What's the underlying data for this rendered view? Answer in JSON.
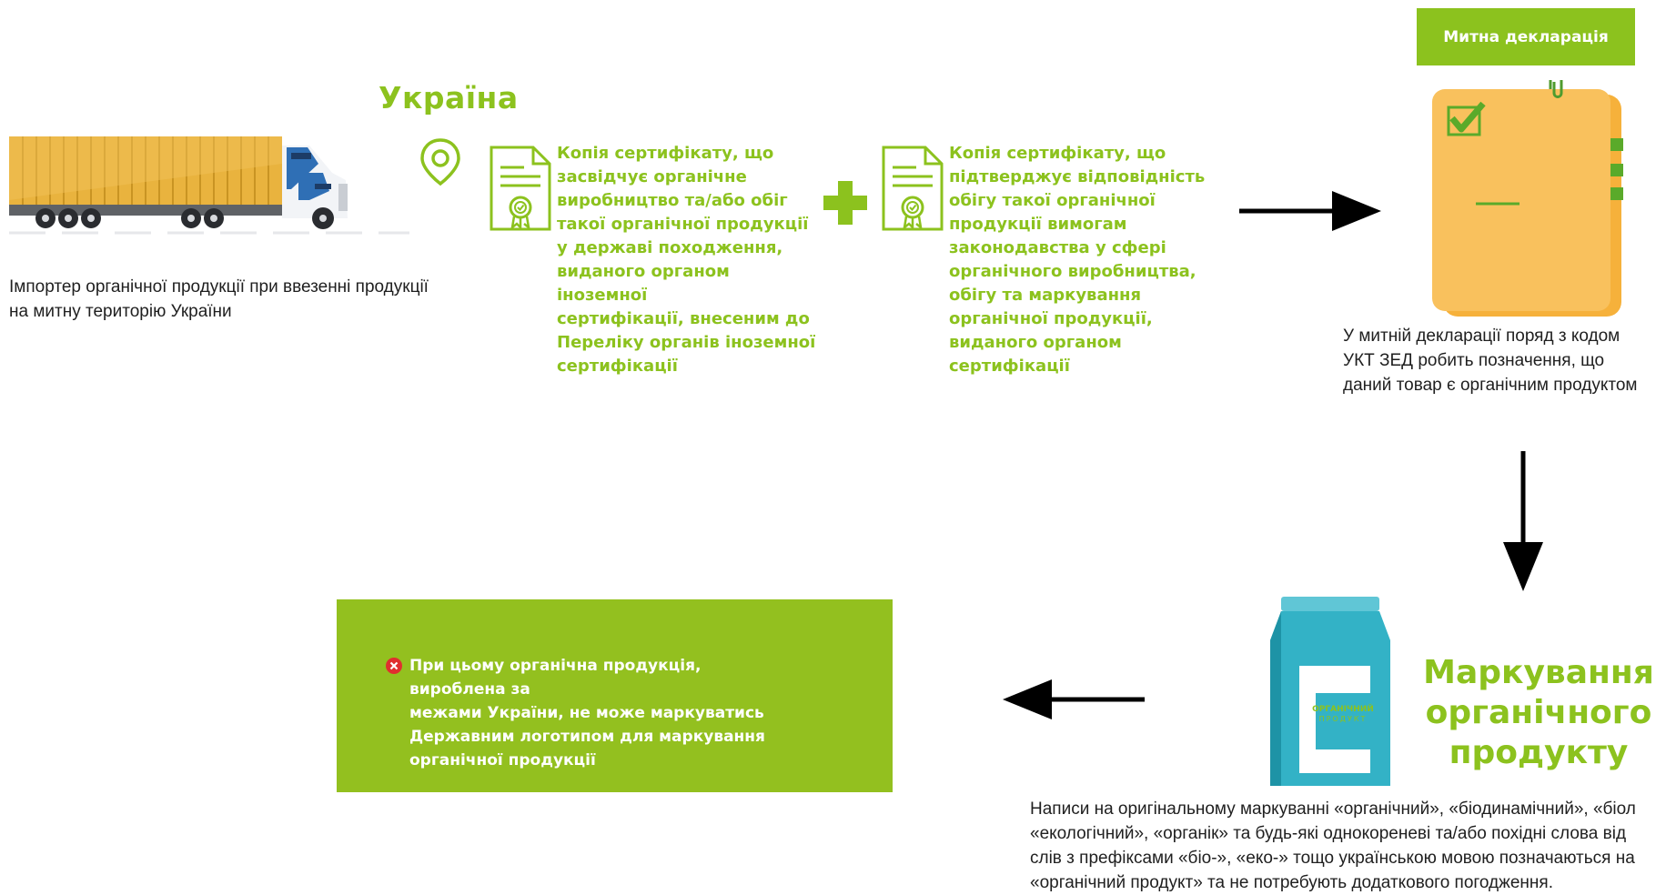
{
  "country": {
    "title": "Україна"
  },
  "importer": {
    "lines": [
      "Імпортер органічної продукції при ввезенні продукції",
      "на митну територію України"
    ]
  },
  "certificates": [
    {
      "lines": [
        "Копія сертифікату, що",
        "засвідчує органічне",
        "виробництво та/або обіг",
        "такої органічної продукції",
        "у державі походження,",
        "виданого органом іноземної",
        "сертифікації, внесеним до",
        "Переліку органів іноземної",
        "сертифікації"
      ]
    },
    {
      "lines": [
        "Копія сертифікату, що",
        "підтверджує відповідність",
        "обігу такої органічної",
        "продукції вимогам",
        "законодавства у сфері",
        "органічного виробництва,",
        "обігу та маркування",
        "органічної продукції,",
        "виданого органом",
        "сертифікації"
      ]
    }
  ],
  "declaration": {
    "badge": "Митна декларація",
    "lines": [
      "У митній декларації поряд з кодом",
      "УКТ ЗЕД робить позначення, що",
      "даний товар є органічним продуктом"
    ]
  },
  "labeling": {
    "title_lines": [
      "Маркування",
      "органічного",
      "продукту"
    ],
    "pack_label_lines": [
      "ОРГАНІЧНИЙ",
      "ПРОДУКТ"
    ],
    "lines": [
      "Написи на оригінальному маркуванні «органічний», «біодинамічний», «біол",
      "«екологічний», «органік» та будь-які однокореневі та/або похідні слова від",
      "слів з префіксами «біо-», «еко-» тощо українською мовою позначаються на",
      "«органічний продукт» та не потребують додаткового погодження."
    ]
  },
  "note": {
    "lines": [
      "При цьому органічна продукція, вироблена за",
      "межами України, не може маркуватись",
      "Державним логотипом для маркування",
      "органічної продукції"
    ]
  },
  "colors": {
    "accent_green": "#8cc21e",
    "note_box": "#93c01f",
    "folder_orange": "#f6b13b",
    "pack_teal": "#33b2c6",
    "truck_blue": "#2f6fb5",
    "container_yellow": "#e9b33e",
    "error_red": "#e02f2f"
  },
  "icons": {
    "location": "location-pin-icon",
    "certificate": "certificate-document-icon",
    "plus": "plus-icon",
    "folder": "folder-icon",
    "clip": "paperclip-icon",
    "check": "checkbox-check-icon",
    "pack": "milk-carton-icon",
    "close": "close-circle-icon",
    "truck": "truck-icon"
  }
}
